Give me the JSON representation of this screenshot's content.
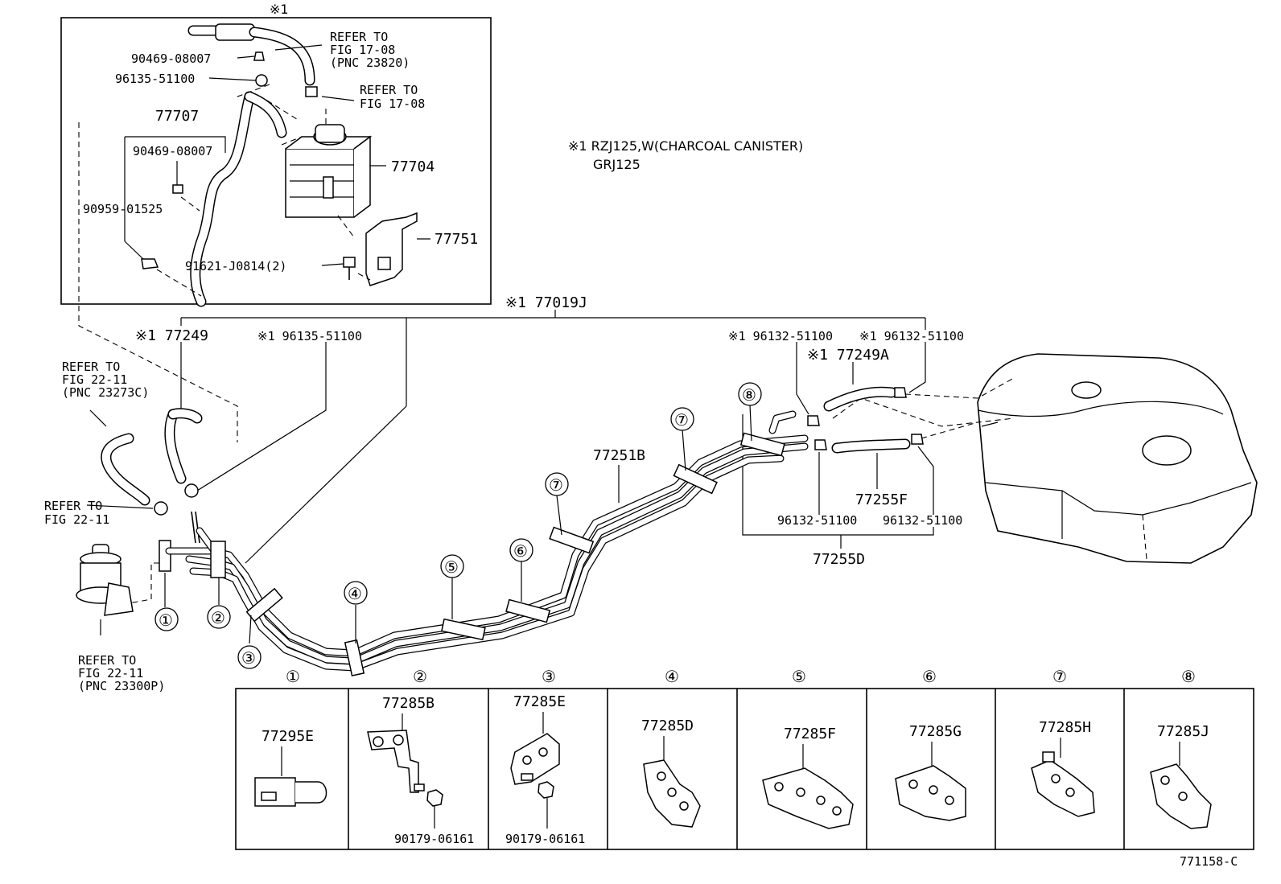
{
  "note": {
    "mark": "※1",
    "line1": "※1 RZJ125,W(CHARCOAL CANISTER)",
    "line2": "GRJ125"
  },
  "inset_labels": {
    "refer_1708_a": [
      "REFER TO",
      "FIG 17-08",
      "(PNC 23820)"
    ],
    "refer_1708_b": [
      "REFER TO",
      "FIG 17-08"
    ],
    "p_90469_a": "90469-08007",
    "p_96135": "96135-51100",
    "p_77707": "77707",
    "p_90469_b": "90469-08007",
    "p_90959": "90959-01525",
    "p_77704": "77704",
    "p_77751": "77751",
    "p_91621": "91621-J0814(2)"
  },
  "main_labels": {
    "p_77019J": "※1 77019J",
    "p_77249": "※1 77249",
    "p_96135_main": "※1 96135-51100",
    "p_96132_a": "※1 96132-51100",
    "p_96132_b": "※1 96132-51100",
    "p_77249A": "※1 77249A",
    "refer_2211_a": [
      "REFER TO",
      "FIG 22-11",
      "(PNC 23273C)"
    ],
    "refer_2211_b": [
      "REFER TO",
      "FIG 22-11"
    ],
    "refer_2211_c": [
      "REFER TO",
      "FIG 22-11",
      "(PNC 23300P)"
    ],
    "p_77251B": "77251B",
    "p_77255F": "77255F",
    "p_96132_c": "96132-51100",
    "p_96132_d": "96132-51100",
    "p_77255D": "77255D"
  },
  "callouts": [
    "①",
    "②",
    "③",
    "④",
    "⑤",
    "⑥",
    "⑦",
    "⑧"
  ],
  "clamp_table": [
    {
      "num": "①",
      "part": "77295E",
      "bolt": ""
    },
    {
      "num": "②",
      "part": "77285B",
      "bolt": "90179-06161"
    },
    {
      "num": "③",
      "part": "77285E",
      "bolt": "90179-06161"
    },
    {
      "num": "④",
      "part": "77285D",
      "bolt": ""
    },
    {
      "num": "⑤",
      "part": "77285F",
      "bolt": ""
    },
    {
      "num": "⑥",
      "part": "77285G",
      "bolt": ""
    },
    {
      "num": "⑦",
      "part": "77285H",
      "bolt": ""
    },
    {
      "num": "⑧",
      "part": "77285J",
      "bolt": ""
    }
  ],
  "figure_code": "771158-C"
}
